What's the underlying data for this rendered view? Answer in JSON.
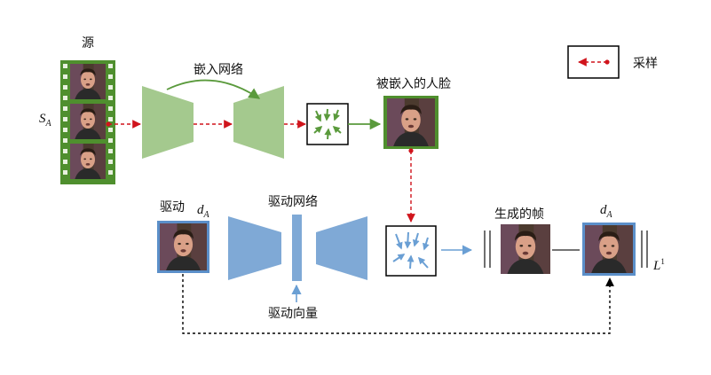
{
  "labels": {
    "source": "源",
    "source_var": "S",
    "source_var_sub": "A",
    "embed_net": "嵌入网络",
    "embedded_face": "被嵌入的人脸",
    "legend_sampling": "采样",
    "driver": "驱动",
    "driver_var": "d",
    "driver_var_sub": "A",
    "driver_net": "驱动网络",
    "driver_vector": "驱动向量",
    "generated_frame": "生成的帧",
    "output_var": "d",
    "output_var_sub": "A",
    "loss": "L",
    "loss_sup": "1"
  },
  "colors": {
    "embed_net": "#a4c98e",
    "driver_net": "#7fa9d6",
    "embed_arrows": "#5a9a3c",
    "driver_arrows": "#6a9fd4",
    "sampling": "#d0141c",
    "film_strip": "#4f8f2e",
    "driver_frame_border": "#5b8fc9",
    "embed_frame_border": "#4f8f2e"
  },
  "icons": [
    "face-thumbnail",
    "green-arrow-field",
    "blue-arrow-field",
    "sampling-arrow"
  ]
}
